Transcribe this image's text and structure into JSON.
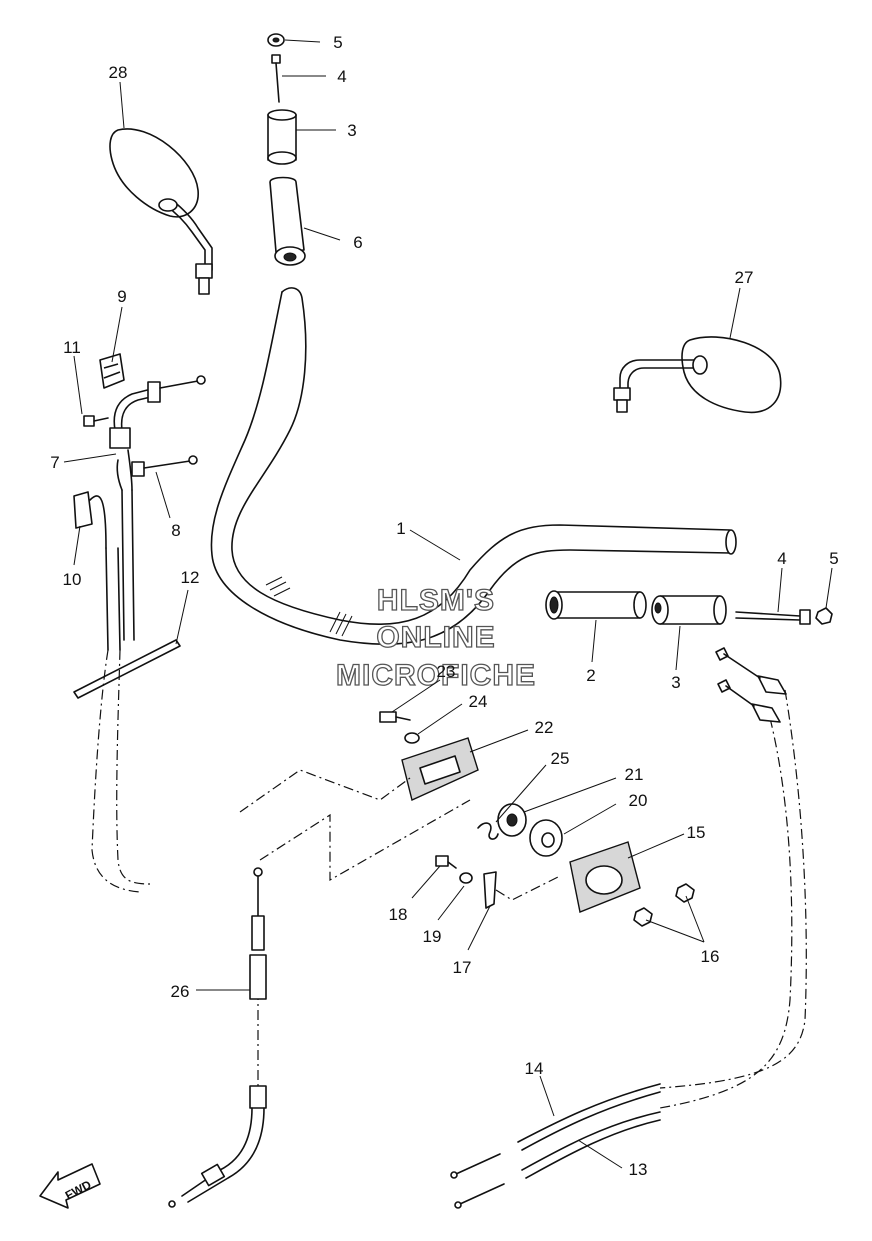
{
  "watermark": {
    "line1": "HLSM'S",
    "line2": "ONLINE",
    "line3": "MICROFICHE"
  },
  "fwd_label": "FWD",
  "callouts": {
    "c1": "1",
    "c2": "2",
    "c3a": "3",
    "c3b": "3",
    "c4a": "4",
    "c4b": "4",
    "c5a": "5",
    "c5b": "5",
    "c6": "6",
    "c7": "7",
    "c8": "8",
    "c9": "9",
    "c10": "10",
    "c11": "11",
    "c12": "12",
    "c13": "13",
    "c14": "14",
    "c15": "15",
    "c16": "16",
    "c17": "17",
    "c18": "18",
    "c19": "19",
    "c20": "20",
    "c21": "21",
    "c22": "22",
    "c23": "23",
    "c24": "24",
    "c25": "25",
    "c26": "26",
    "c27": "27",
    "c28": "28"
  }
}
